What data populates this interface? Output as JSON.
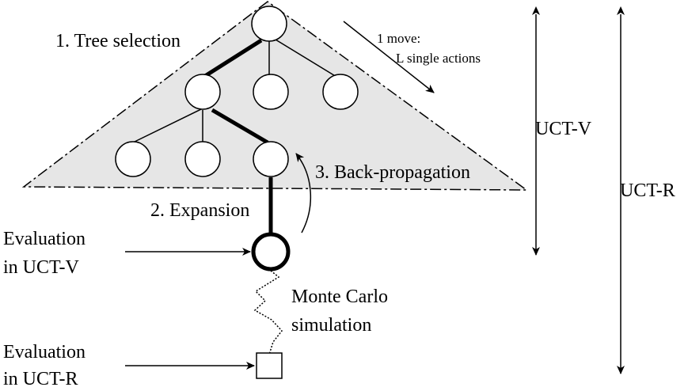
{
  "labels": {
    "tree_selection": "1. Tree selection",
    "move_line1": "1 move:",
    "move_line2": "L single actions",
    "expansion": "2. Expansion",
    "back_propagation": "3. Back-propagation",
    "uct_v": "UCT-V",
    "uct_r": "UCT-R",
    "eval_v_line1": "Evaluation",
    "eval_v_line2": "in UCT-V",
    "eval_r_line1": "Evaluation",
    "eval_r_line2": "in UCT-R",
    "mc_line1": "Monte Carlo",
    "mc_line2": "simulation"
  }
}
